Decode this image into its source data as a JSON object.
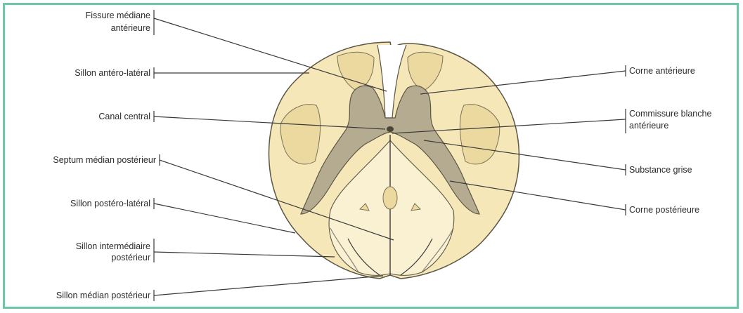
{
  "colors": {
    "frame": "#6cc6a8",
    "white_matter": "#f5e7b8",
    "white_matter_light": "#faf1d2",
    "tract_fill": "#ecd9a0",
    "grey_matter": "#b5ab90",
    "outline": "#5b5646",
    "leader": "#3a3a3a"
  },
  "labels": {
    "left": {
      "fissure_line1": "Fissure médiane",
      "fissure_line2": "antérieure",
      "sillon_antero_lateral": "Sillon antéro-latéral",
      "canal_central": "Canal central",
      "septum_median_posterieur": "Septum médian postérieur",
      "sillon_postero_lateral": "Sillon postéro-latéral",
      "sillon_intermediaire_line1": "Sillon intermédiaire",
      "sillon_intermediaire_line2": "postérieur",
      "sillon_median_posterieur": "Sillon médian postérieur"
    },
    "right": {
      "corne_anterieure": "Corne antérieure",
      "commissure_line1": "Commissure blanche",
      "commissure_line2": "antérieure",
      "substance_grise": "Substance grise",
      "corne_posterieure": "Corne postérieure"
    }
  }
}
